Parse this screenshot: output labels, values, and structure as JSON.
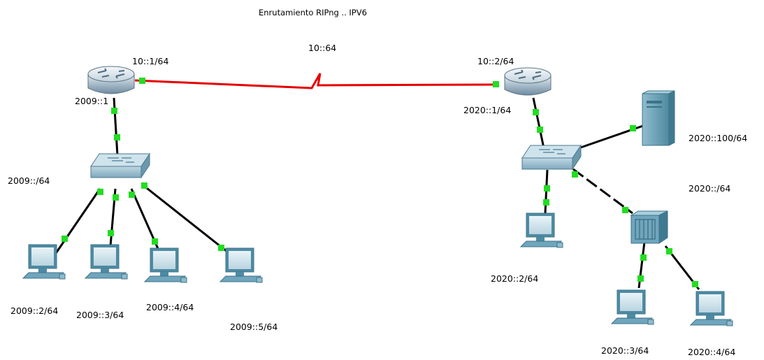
{
  "title": "Enrutamiento RIPng  .. IPV6",
  "labels": {
    "r1_serial": "10::1/64",
    "wan_net": "10::64",
    "r2_serial": "10::2/64",
    "r1_lan": "2009::1",
    "lan1_net": "2009::/64",
    "pc1": "2009::2/64",
    "pc2": "2009::3/64",
    "pc3": "2009::4/64",
    "pc4": "2009::5/64",
    "r2_lan": "2020::1/64",
    "server": "2020::100/64",
    "lan2_net": "2020::/64",
    "pc5": "2020::2/64",
    "pc6": "2020::3/64",
    "pc7": "2020::4/64"
  },
  "colors": {
    "link": "#000000",
    "serial_link": "#e60000",
    "port_up": "#22dd22",
    "device": "#6fa6bd",
    "device_dark": "#3d7388"
  },
  "icons": [
    "router-icon",
    "switch-icon",
    "pc-icon",
    "server-icon",
    "hub-icon"
  ]
}
